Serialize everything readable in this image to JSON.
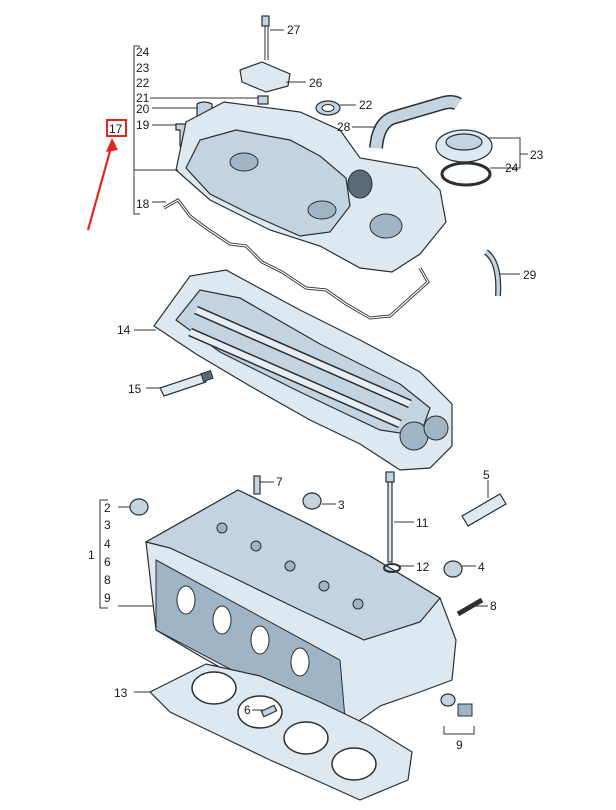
{
  "callouts": {
    "c27": "27",
    "c26": "26",
    "c22b": "22",
    "c28": "28",
    "c23b": "23",
    "c24b": "24",
    "c29": "29",
    "g24": "24",
    "g23": "23",
    "g22": "22",
    "g21": "21",
    "g20": "20",
    "g17": "17",
    "g19": "19",
    "g18": "18",
    "c14": "14",
    "c15": "15",
    "c7": "7",
    "c3": "3",
    "c5": "5",
    "c11": "11",
    "c12": "12",
    "c4": "4",
    "c8": "8",
    "c2": "2",
    "b3": "3",
    "b4": "4",
    "b6": "6",
    "b8": "8",
    "b9": "9",
    "b1": "1",
    "c13": "13",
    "c6": "6",
    "c9": "9"
  },
  "highlight": {
    "label": "17",
    "color": "#e3241b"
  }
}
